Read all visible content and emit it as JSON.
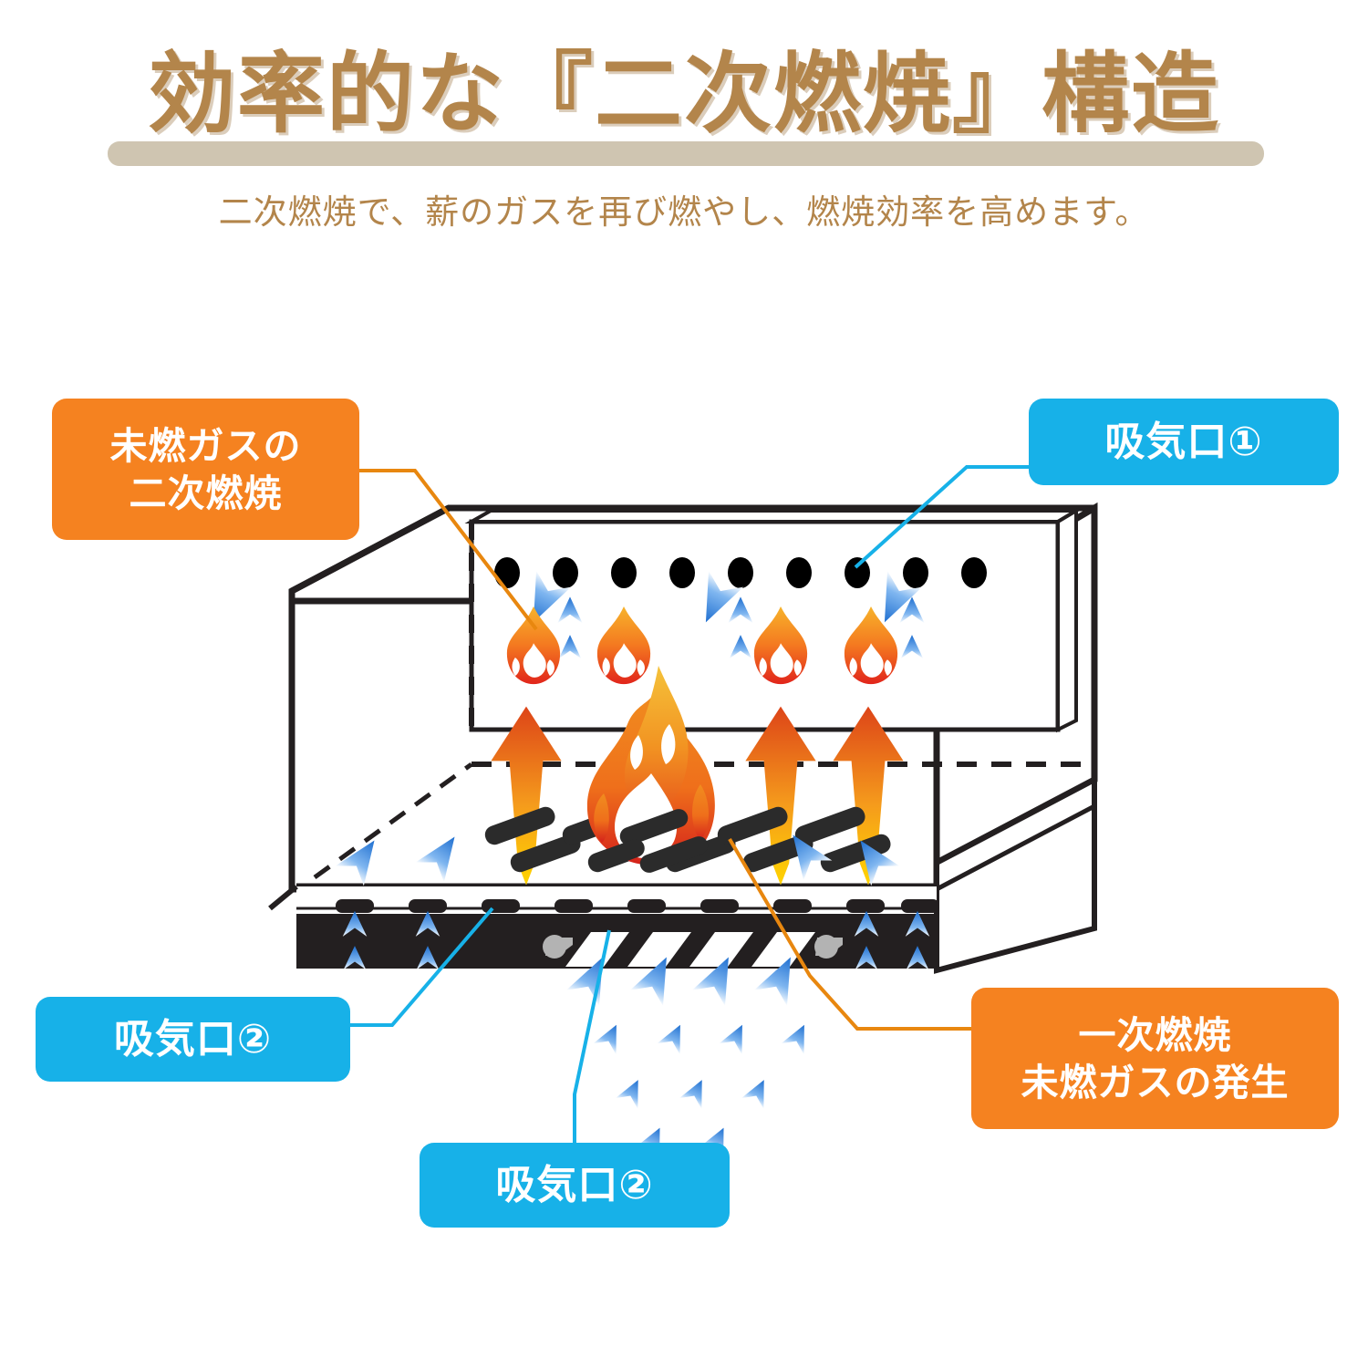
{
  "header": {
    "title": "効率的な『二次燃焼』構造",
    "subtitle": "二次燃焼で、薪のガスを再び燃やし、燃焼効率を高めます。",
    "title_color": "#b3854b",
    "underline_color": "#cfc5b1"
  },
  "labels": {
    "secondary_combustion": {
      "line1": "未燃ガスの",
      "line2": "二次燃焼",
      "color": "#f58220",
      "leader_color": "#e8870f"
    },
    "intake_1": {
      "line1": "吸気口①",
      "color": "#17b1e8",
      "leader_color": "#17b1e8"
    },
    "intake_2a": {
      "line1": "吸気口②",
      "color": "#17b1e8",
      "leader_color": "#17b1e8"
    },
    "intake_2b": {
      "line1": "吸気口②",
      "color": "#17b1e8",
      "leader_color": "#17b1e8"
    },
    "primary_combustion": {
      "line1": "一次燃焼",
      "line2": "未燃ガスの発生",
      "color": "#f58220",
      "leader_color": "#e8870f"
    }
  },
  "diagram": {
    "name": "secondary-combustion-stove-cutaway",
    "outline_color": "#231f20",
    "base_band_color": "#231f20",
    "air_hole_color": "#000000",
    "air_arrow_color": "#2f7fe0",
    "small_flame_colors": [
      "#f5a623",
      "#f26522",
      "#e8261a"
    ],
    "main_flame_colors": [
      "#f2b02a",
      "#f07b1c",
      "#e3261c"
    ],
    "hot_gas_arrow_colors": [
      "#e0491f",
      "#f7cf1a"
    ],
    "knob_color": "#b3b3b3",
    "counts": {
      "top_air_holes": 9,
      "small_flames": 4,
      "hot_gas_arrows": 3,
      "bottom_rect_vents": 9,
      "base_slot_vents": 4,
      "base_knobs": 2,
      "grate_slots": 16
    }
  }
}
